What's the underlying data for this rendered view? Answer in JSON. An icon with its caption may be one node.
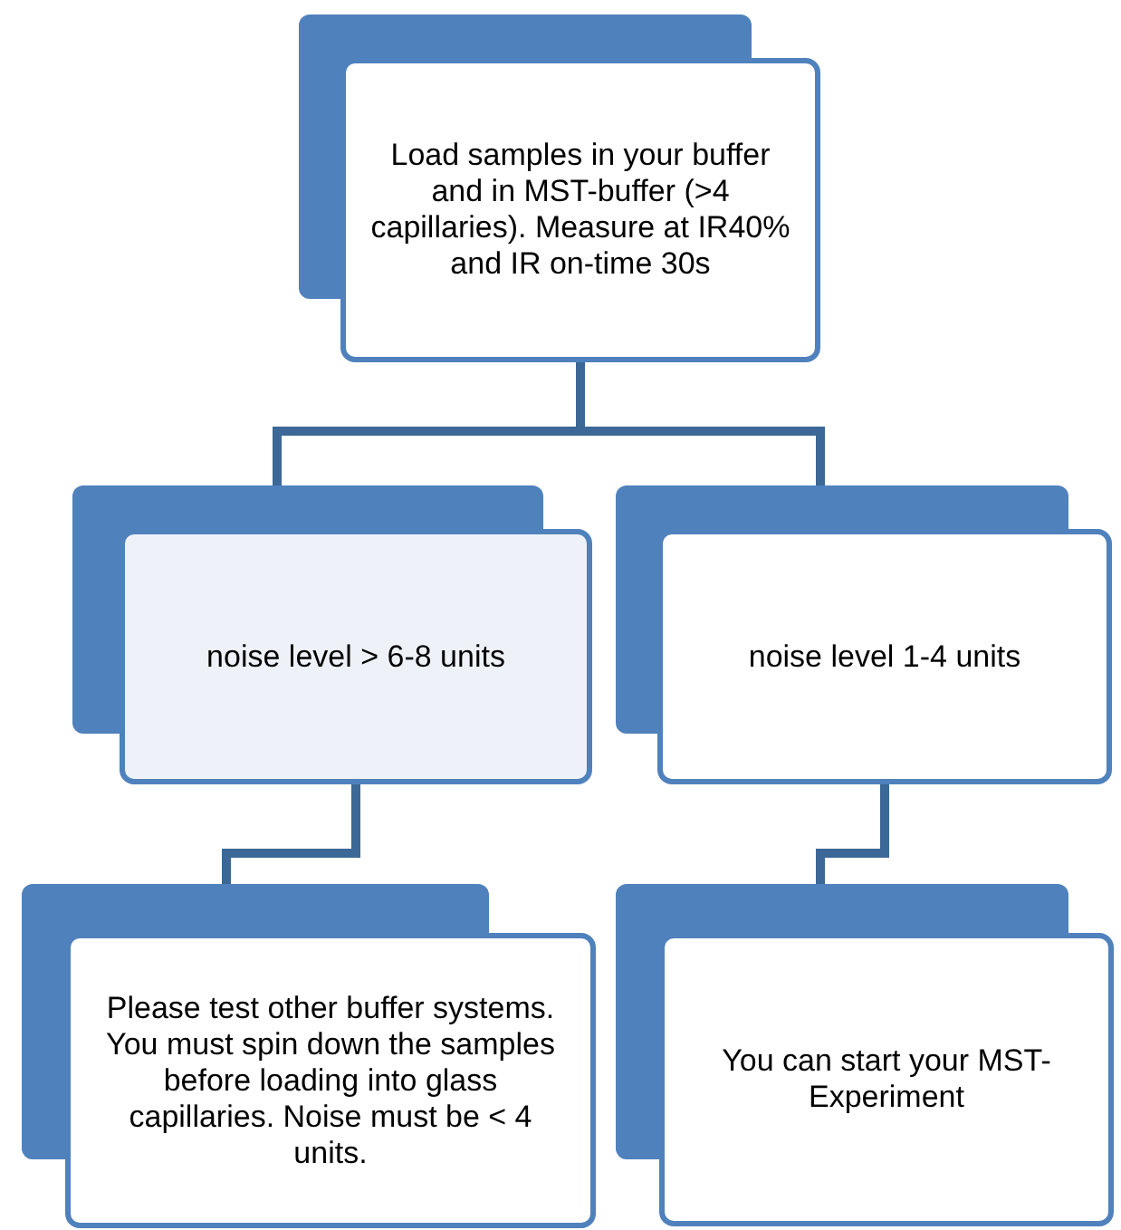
{
  "diagram": {
    "nodes": [
      {
        "text": [
          "Load samples in your buffer and in MST-buffer (>4 capillaries). Measure at IR40% and  IR on-time 30s"
        ]
      },
      {
        "text": [
          "noise level > 6-8 units"
        ]
      },
      {
        "text": [
          "noise level 1-4 units"
        ]
      },
      {
        "text": [
          "Please test other buffer systems. You must spin down the samples before loading into glass capillaries. Noise must be < 4 units."
        ]
      },
      {
        "text": [
          "You can start your MST-Experiment"
        ]
      }
    ],
    "edges": [
      {
        "from": 0,
        "to": 1,
        "arrow": "none"
      },
      {
        "from": 0,
        "to": 2,
        "arrow": "none"
      },
      {
        "from": 1,
        "to": 3,
        "arrow": "none"
      },
      {
        "from": 2,
        "to": 4,
        "arrow": "none"
      }
    ]
  }
}
